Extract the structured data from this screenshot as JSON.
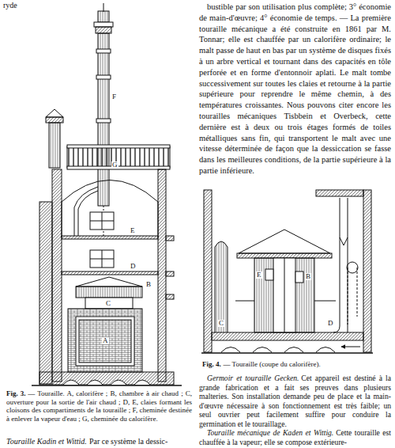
{
  "diagram": {
    "labels": [
      "ryde",
      "G",
      "F",
      "E",
      "D",
      "B",
      "C",
      "A",
      "Fig. 3.",
      "— Touraille. A, calorifère ; B, chambre à air chaud ; C, ouverture pour la sortie de l'air chaud ; D, E, claies formant les cloisons des compartiments de la touraille ; F, cheminée destinée à enlever la vapeur d'eau ; G, cheminée du calorifère.",
      "Touraille Kadin et Wittid.",
      "Par ce système la dessic-",
      "bustible par son utilisation plus complète; 3° économie de main-d'œuvre; 4° économie de temps. — La première touraille mécanique a été construite en 1861 par M. Tonnar; elle est chauffée par un calorifère ordinaire; le malt passe de haut en bas par un système de disques fixés à un arbre vertical et tournant dans des capacités en tôle perforée et en forme d'entonnoir aplati. Le malt tombe successivement sur toutes les claies et retourne à la partie supérieure pour reprendre le même chemin, à des températures croissantes. Nous pouvons citer encore les tourailles mécaniques Tisbbein et Overbeck, cette dernière est à deux ou trois étages formés de toiles métalliques sans fin, qui transportent le malt avec une vitesse déterminée de façon que la dessiccation se fasse dans les meilleures conditions, de la partie supérieure à la partie inférieure.",
      "E",
      "B",
      "C",
      "D",
      "Fig. 4.",
      "— Touraille (coupe du calorifère).",
      "Germoir et touraille Gecken.",
      "Cet appareil est destiné à la grande fabrication et a fait ses preuves dans plusieurs malteries. Son installation demande peu de place et la main-d'œuvre nécessaire à son fonctionnement est très faible; un seul ouvrier peut facilement suffire pour conduire la germination et le touraillage.",
      "Touraille mécanique de Kaden et Wittig.",
      "Cette touraille est chauffée à la vapeur; elle se compose extérieure-"
    ]
  }
}
